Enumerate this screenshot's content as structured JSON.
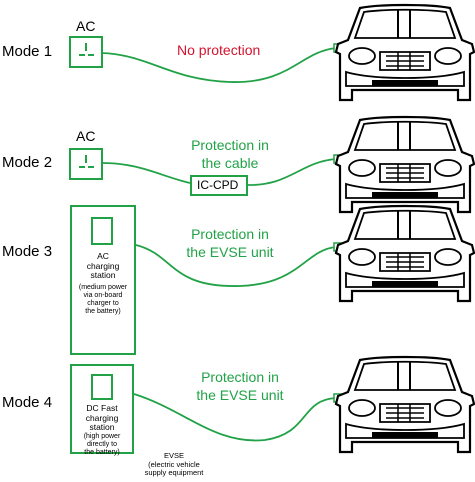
{
  "modes": [
    {
      "label": "Mode 1",
      "source_label": "AC",
      "protection": "No protection"
    },
    {
      "label": "Mode 2",
      "source_label": "AC",
      "protection_line1": "Protection in",
      "protection_line2": "the cable",
      "device": "IC-CPD"
    },
    {
      "label": "Mode 3",
      "station_line1": "AC",
      "station_line2": "charging",
      "station_line3": "station",
      "station_note1": "(medium power",
      "station_note2": "via on-board",
      "station_note3": "charger to",
      "station_note4": "the battery)",
      "protection_line1": "Protection in",
      "protection_line2": "the EVSE unit"
    },
    {
      "label": "Mode 4",
      "station_line1": "DC Fast",
      "station_line2": "charging",
      "station_line3": "station",
      "station_note1": "(high power",
      "station_note2": "directly to",
      "station_note3": "the battery)",
      "protection_line1": "Protection in",
      "protection_line2": "the EVSE unit"
    }
  ],
  "evse_caption": {
    "line1": "EVSE",
    "line2": "(electric vehicle",
    "line3": "supply equipment"
  },
  "colors": {
    "cable": "#22a247",
    "warning": "#d3132f",
    "car_outline": "#000000"
  },
  "icons": [
    "socket-icon",
    "car-icon",
    "station-icon"
  ]
}
